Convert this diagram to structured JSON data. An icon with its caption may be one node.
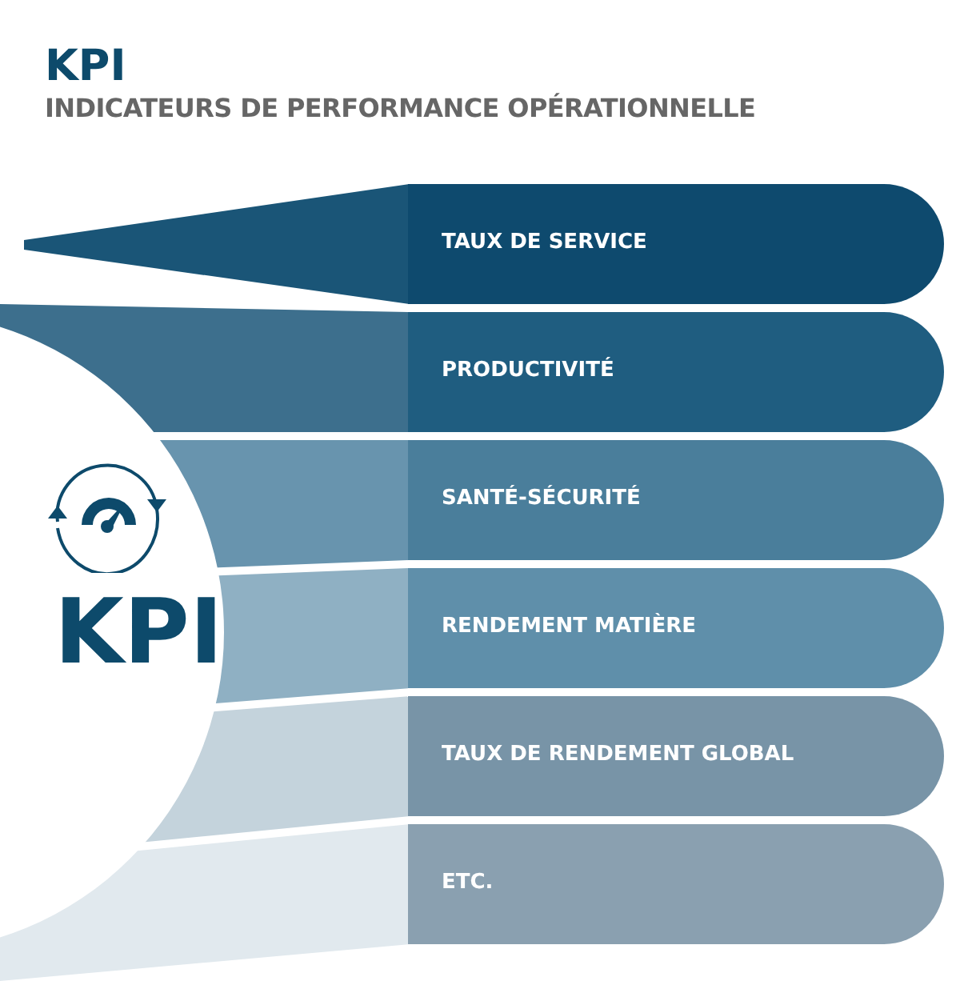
{
  "diagram": {
    "title": "KPI",
    "nodes": [
      {
        "text": [
          "TAUX DE SERVICE"
        ]
      },
      {
        "text": [
          "PRODUCTIVITÉ"
        ]
      },
      {
        "text": [
          "SANTÉ-SÉCURITÉ"
        ]
      },
      {
        "text": [
          "RENDEMENT MATIÈRE"
        ]
      },
      {
        "text": [
          "TAUX DE RENDEMENT GLOBAL"
        ]
      },
      {
        "text": [
          "ETC."
        ]
      }
    ],
    "labels": [
      "INDICATEURS DE PERFORMANCE OPÉRATIONNELLE",
      "KPI"
    ]
  }
}
